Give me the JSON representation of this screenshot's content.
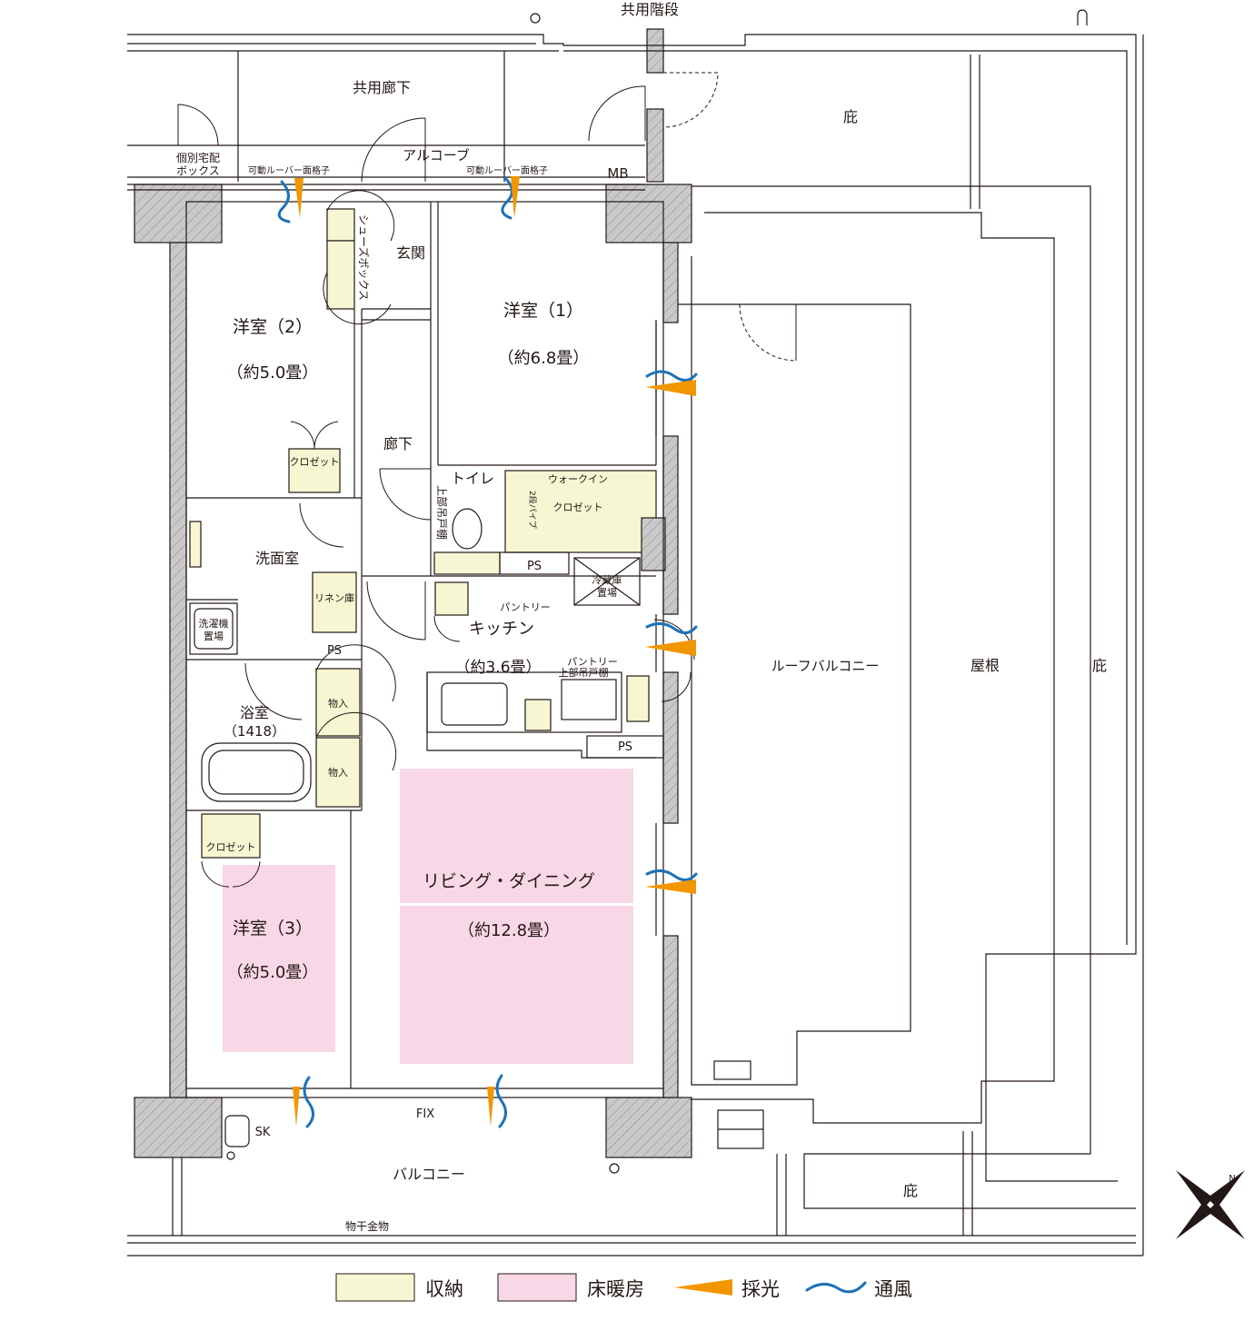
{
  "colors": {
    "storage": "#f6f6d3",
    "floor_heating": "#f8d8e6",
    "daylight": "#f29600",
    "ventilation": "#1d72b8",
    "wall": "#c9c9ca",
    "line": "#231815"
  },
  "labels": {
    "shared_stairs": "共用階段",
    "shared_corridor": "共用廊下",
    "alcove": "アルコーブ",
    "eaves": "庇",
    "delivery_box": "個別宅配",
    "delivery_box_2": "ボックス",
    "louver": "可動ルーバー面格子",
    "mb": "MB",
    "shoe_box": "シューズボックス",
    "entrance": "玄関",
    "corridor": "廊下",
    "toilet": "トイレ",
    "upper_cabinet": "上部吊戸棚",
    "walkin": "ウォークイン",
    "closet": "クロゼット",
    "two_pipe": "2段パイプ",
    "ps": "PS",
    "fridge": "冷蔵庫",
    "fridge_2": "置場",
    "pantry": "パントリー",
    "kitchen": "キッチン",
    "kitchen_size": "（約3.6畳）",
    "pantry_upper": "上部吊戸棚",
    "washroom": "洗面室",
    "linen": "リネン庫",
    "washer": "洗濯機",
    "washer_2": "置場",
    "bath": "浴室",
    "bath_size": "（1418）",
    "storage_item": "物入",
    "western1": "洋室（1）",
    "western1_size": "（約6.8畳）",
    "western2": "洋室（2）",
    "western2_size": "（約5.0畳）",
    "western3": "洋室（3）",
    "western3_size": "（約5.0畳）",
    "living": "リビング・ダイニング",
    "living_size": "（約12.8畳）",
    "roof_balcony": "ルーフバルコニー",
    "roof": "屋根",
    "balcony": "バルコニー",
    "fix": "FIX",
    "sk": "SK",
    "drying": "物干金物",
    "north": "N"
  },
  "legend": {
    "storage": "収納",
    "floor_heating": "床暖房",
    "daylight": "採光",
    "ventilation": "通風"
  }
}
